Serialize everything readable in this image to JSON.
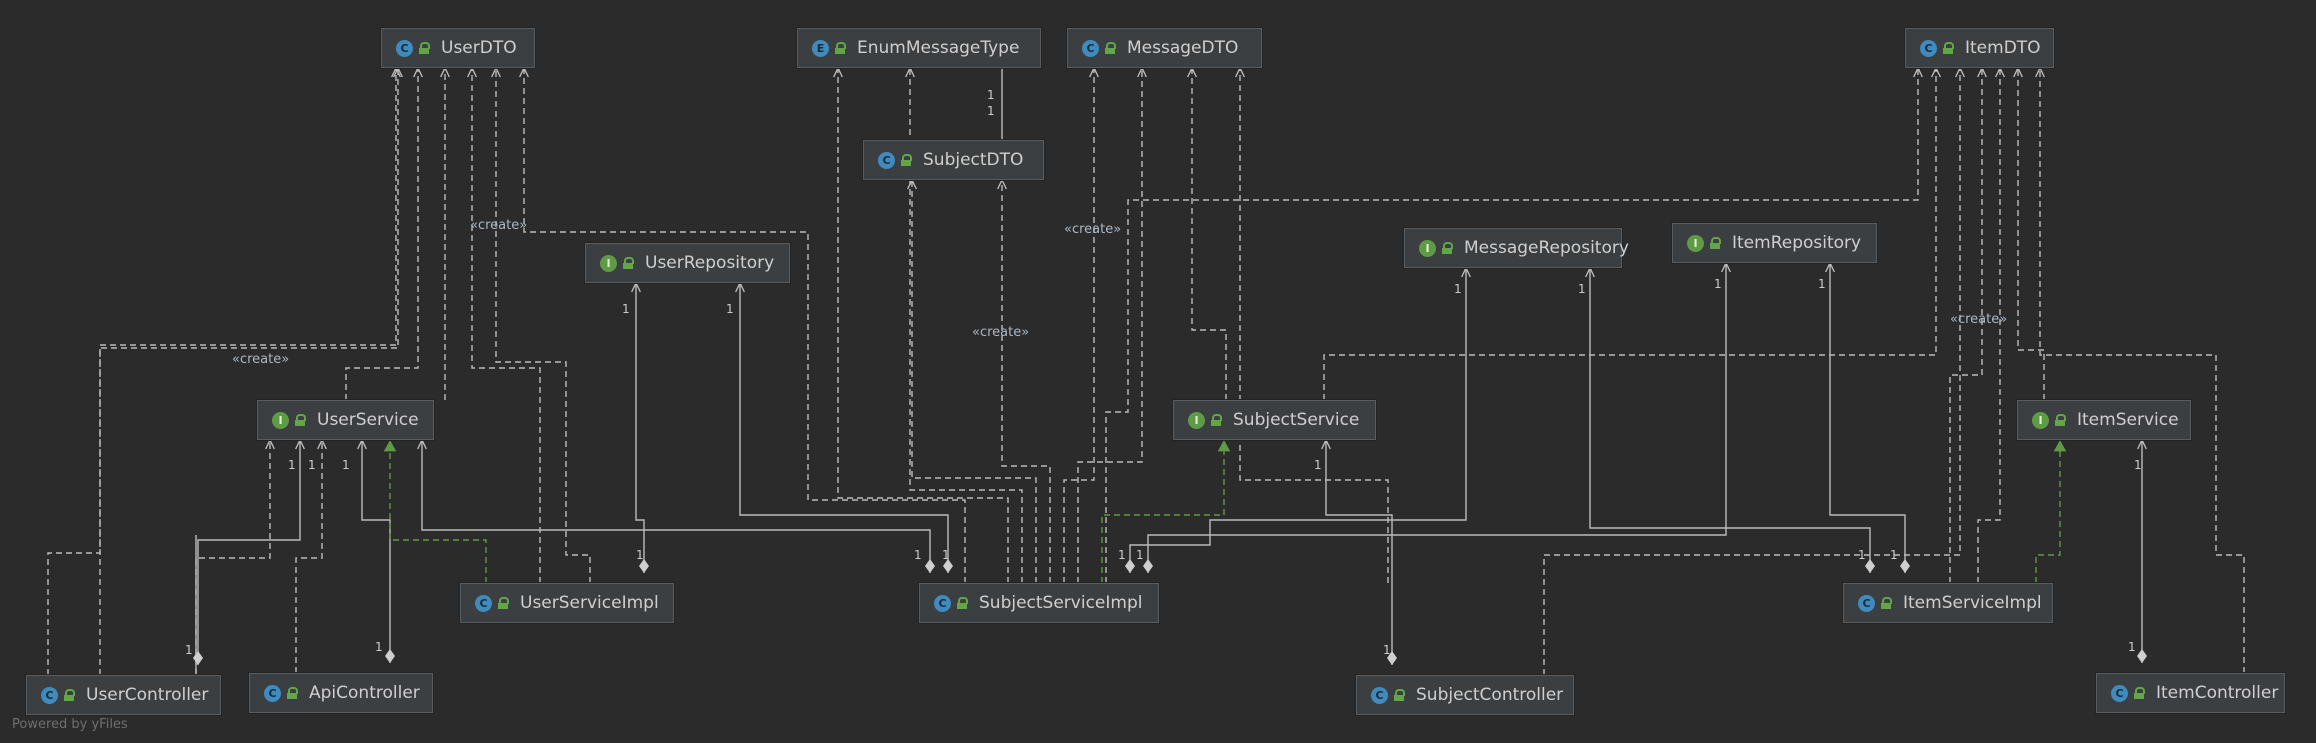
{
  "nodes": [
    {
      "id": "UserDTO",
      "kind": "C",
      "name": "UserDTO"
    },
    {
      "id": "EnumMessageType",
      "kind": "E",
      "name": "EnumMessageType"
    },
    {
      "id": "MessageDTO",
      "kind": "C",
      "name": "MessageDTO"
    },
    {
      "id": "ItemDTO",
      "kind": "C",
      "name": "ItemDTO"
    },
    {
      "id": "SubjectDTO",
      "kind": "C",
      "name": "SubjectDTO"
    },
    {
      "id": "UserRepository",
      "kind": "I",
      "name": "UserRepository"
    },
    {
      "id": "MessageRepository",
      "kind": "I",
      "name": "MessageRepository"
    },
    {
      "id": "ItemRepository",
      "kind": "I",
      "name": "ItemRepository"
    },
    {
      "id": "UserService",
      "kind": "I",
      "name": "UserService"
    },
    {
      "id": "SubjectService",
      "kind": "I",
      "name": "SubjectService"
    },
    {
      "id": "ItemService",
      "kind": "I",
      "name": "ItemService"
    },
    {
      "id": "UserServiceImpl",
      "kind": "C",
      "name": "UserServiceImpl"
    },
    {
      "id": "SubjectServiceImpl",
      "kind": "C",
      "name": "SubjectServiceImpl"
    },
    {
      "id": "ItemServiceImpl",
      "kind": "C",
      "name": "ItemServiceImpl"
    },
    {
      "id": "UserController",
      "kind": "C",
      "name": "UserController"
    },
    {
      "id": "ApiController",
      "kind": "C",
      "name": "ApiController"
    },
    {
      "id": "SubjectController",
      "kind": "C",
      "name": "SubjectController"
    },
    {
      "id": "ItemController",
      "kind": "C",
      "name": "ItemController"
    }
  ],
  "create_label": "«create»",
  "multiplicity": "1",
  "footer": "Powered by yFiles",
  "colors": {
    "background": "#2b2b2b",
    "node_fill": "#3c3f41",
    "edge": "#bbbbbb",
    "realization": "#5f9b45",
    "class_badge": "#3f8bbf",
    "interface_badge": "#5f9b45"
  }
}
